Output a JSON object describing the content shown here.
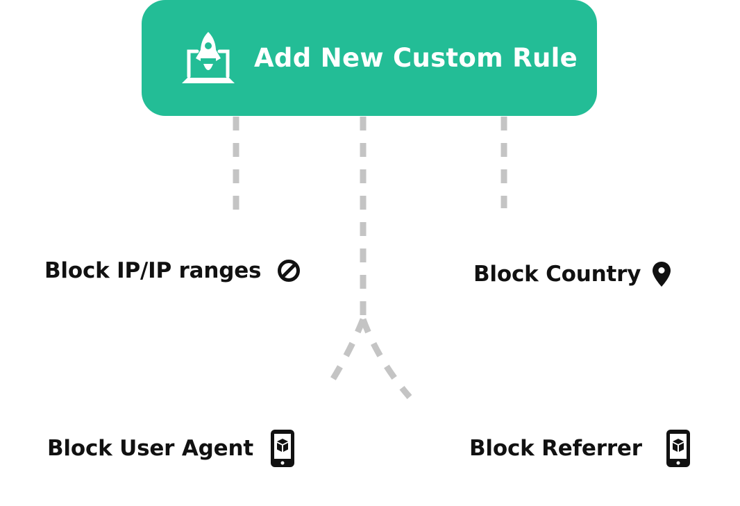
{
  "main_button": {
    "label": "Add New Custom Rule",
    "icon": "rocket-launch-icon",
    "color": "#23bd96",
    "text_color": "#ffffff"
  },
  "rules": {
    "ip": {
      "label": "Block IP/IP ranges",
      "icon": "block-icon"
    },
    "country": {
      "label": "Block Country",
      "icon": "map-pin-icon"
    },
    "user_agent": {
      "label": "Block User Agent",
      "icon": "mobile-phone-icon"
    },
    "referrer": {
      "label": "Block Referrer",
      "icon": "mobile-phone-icon"
    }
  },
  "colors": {
    "connector": "#c4c4c4",
    "text": "#111111"
  }
}
